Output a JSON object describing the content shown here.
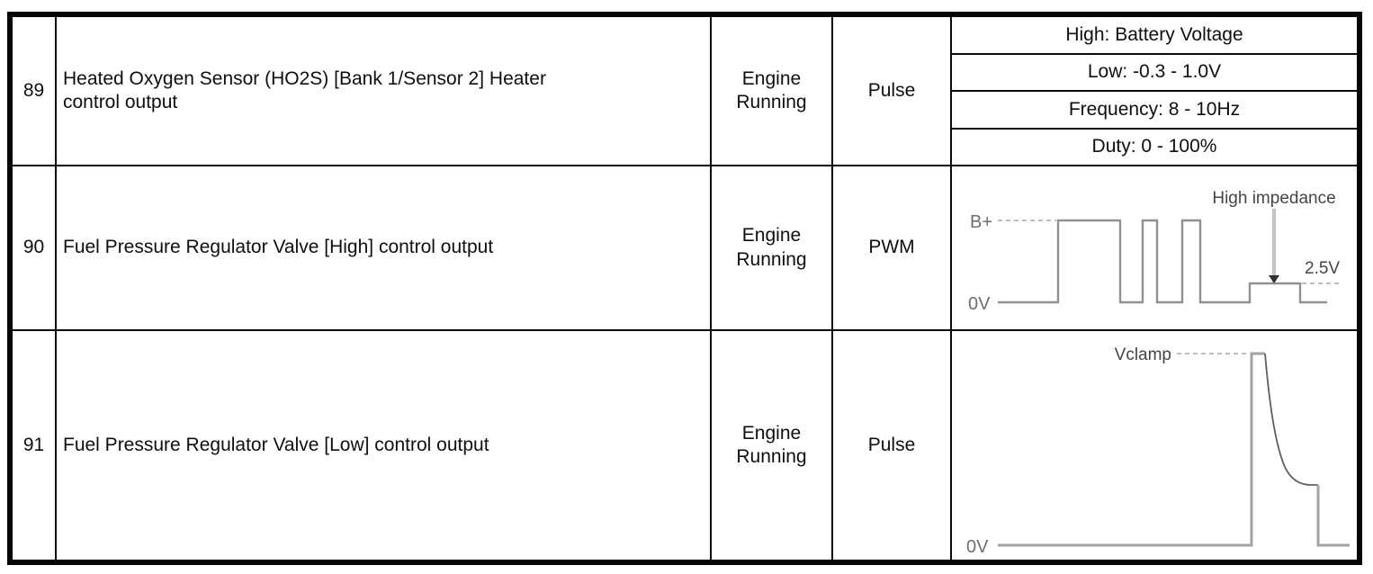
{
  "table": {
    "rows": [
      {
        "number": "89",
        "description": "Heated Oxygen Sensor (HO2S) [Bank 1/Sensor 2] Heater control output",
        "condition": "Engine Running",
        "signal_type": "Pulse",
        "spec_lines": [
          "High: Battery Voltage",
          "Low: -0.3 - 1.0V",
          "Frequency: 8 - 10Hz",
          "Duty: 0 - 100%"
        ]
      },
      {
        "number": "90",
        "description": "Fuel Pressure Regulator Valve [High] control output",
        "condition": "Engine Running",
        "signal_type": "PWM",
        "waveform": {
          "kind": "pwm-square-wave",
          "high_level_label": "B+",
          "low_level_label": "0V",
          "annotation": "High impedance",
          "impedance_voltage": "2.5V"
        }
      },
      {
        "number": "91",
        "description": "Fuel Pressure Regulator Valve [Low] control output",
        "condition": "Engine Running",
        "signal_type": "Pulse",
        "waveform": {
          "kind": "clamped-voltage-spike",
          "clamp_level_label": "Vclamp",
          "low_level_label": "0V"
        }
      }
    ]
  },
  "colors": {
    "border": "#050505",
    "waveform_line": "#919191",
    "waveform_dashed": "#bdbdbd",
    "waveform_label": "#6e6e6e",
    "annotation_text": "#454545"
  }
}
